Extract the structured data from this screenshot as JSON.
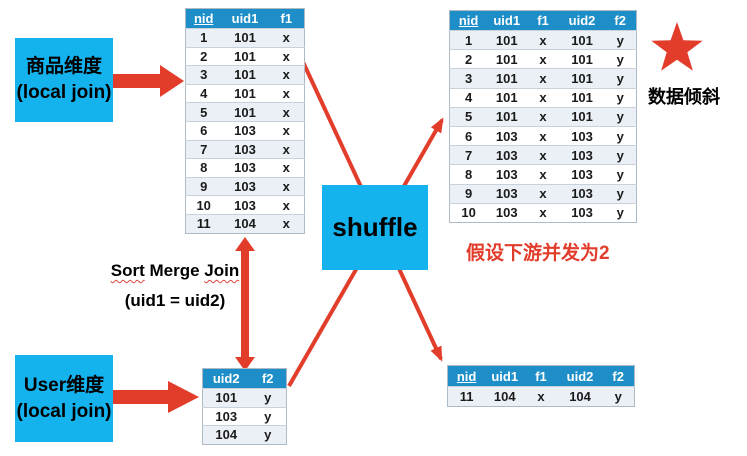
{
  "colors": {
    "red": "#E23C2B",
    "cyan": "#14B3EE",
    "header_blue": "#1E8EC8",
    "row_alt": "#EAF0F6"
  },
  "boxes": {
    "product": {
      "line1": "商品维度",
      "line2": "(local join)"
    },
    "user": {
      "line1": "User维度",
      "line2": "(local join)"
    },
    "shuffle": "shuffle"
  },
  "labels": {
    "smj_word1": "Sort",
    "smj_word2": "Merge",
    "smj_word3": "Join",
    "join_condition": "(uid1 = uid2)",
    "data_skew": "数据倾斜",
    "downstream_note": "假设下游并发为2"
  },
  "tables": {
    "product_dim": {
      "underline_first": true,
      "columns": [
        "nid",
        "uid1",
        "f1"
      ],
      "rows": [
        [
          "1",
          "101",
          "x"
        ],
        [
          "2",
          "101",
          "x"
        ],
        [
          "3",
          "101",
          "x"
        ],
        [
          "4",
          "101",
          "x"
        ],
        [
          "5",
          "101",
          "x"
        ],
        [
          "6",
          "103",
          "x"
        ],
        [
          "7",
          "103",
          "x"
        ],
        [
          "8",
          "103",
          "x"
        ],
        [
          "9",
          "103",
          "x"
        ],
        [
          "10",
          "103",
          "x"
        ],
        [
          "11",
          "104",
          "x"
        ]
      ]
    },
    "joined_big": {
      "underline_first": true,
      "columns": [
        "nid",
        "uid1",
        "f1",
        "uid2",
        "f2"
      ],
      "rows": [
        [
          "1",
          "101",
          "x",
          "101",
          "y"
        ],
        [
          "2",
          "101",
          "x",
          "101",
          "y"
        ],
        [
          "3",
          "101",
          "x",
          "101",
          "y"
        ],
        [
          "4",
          "101",
          "x",
          "101",
          "y"
        ],
        [
          "5",
          "101",
          "x",
          "101",
          "y"
        ],
        [
          "6",
          "103",
          "x",
          "103",
          "y"
        ],
        [
          "7",
          "103",
          "x",
          "103",
          "y"
        ],
        [
          "8",
          "103",
          "x",
          "103",
          "y"
        ],
        [
          "9",
          "103",
          "x",
          "103",
          "y"
        ],
        [
          "10",
          "103",
          "x",
          "103",
          "y"
        ]
      ]
    },
    "user_dim": {
      "underline_first": false,
      "columns": [
        "uid2",
        "f2"
      ],
      "rows": [
        [
          "101",
          "y"
        ],
        [
          "103",
          "y"
        ],
        [
          "104",
          "y"
        ]
      ]
    },
    "joined_small": {
      "underline_first": true,
      "columns": [
        "nid",
        "uid1",
        "f1",
        "uid2",
        "f2"
      ],
      "rows": [
        [
          "11",
          "104",
          "x",
          "104",
          "y"
        ]
      ]
    }
  }
}
